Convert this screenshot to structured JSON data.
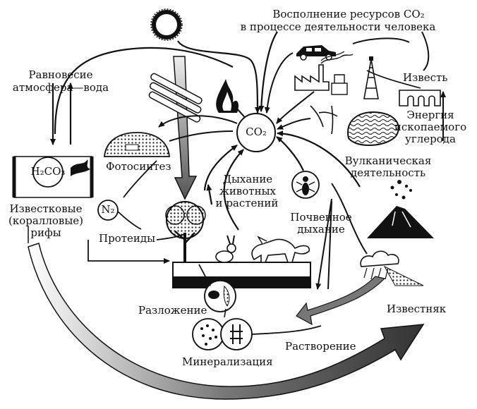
{
  "diagram": {
    "labels": {
      "co2_replenishment_1": "Восполнение ресурсов CO₂",
      "co2_replenishment_2": "в процессе деятельности человека",
      "equilibrium_1": "Равновесие",
      "equilibrium_2": "атмосфера—вода",
      "lime": "Известь",
      "fossil_energy_1": "Энергия",
      "fossil_energy_2": "ископаемого",
      "fossil_energy_3": "углерода",
      "co2_center": "CO₂",
      "h2co3": "H₂CO₃",
      "photosynthesis": "Фотосинтез",
      "volcanic_1": "Вулканическая",
      "volcanic_2": "деятельность",
      "respiration_1": "Дыхание",
      "respiration_2": "животных",
      "respiration_3": "и растений",
      "reefs_1": "Известковые",
      "reefs_2": "(коралловые)",
      "reefs_3": "рифы",
      "n2": "N₂",
      "soil_resp_1": "Почвенное",
      "soil_resp_2": "дыхание",
      "proteids": "Протеиды",
      "decomposition": "Разложение",
      "limestone": "Известняк",
      "dissolution": "Растворение",
      "mineralization": "Минерализация"
    },
    "colors": {
      "ink": "#111111",
      "paper": "#ffffff",
      "arrow_fill": "#555555"
    },
    "icons": [
      "sun-icon",
      "fire-icon",
      "logs-icon",
      "car-icon",
      "factory-icon",
      "oil-derrick-icon",
      "lime-kiln-icon",
      "coal-deposit-icon",
      "volcano-icon",
      "tree-icon",
      "rabbit-icon",
      "fox-icon",
      "insect-icon",
      "beetle-icon",
      "microbes-icon",
      "cloud-rain-icon",
      "coral-icon"
    ]
  }
}
